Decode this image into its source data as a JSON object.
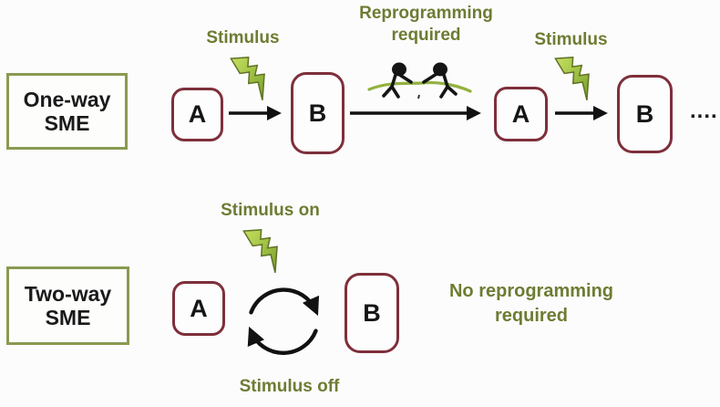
{
  "colors": {
    "background": "#fcfcfc",
    "olive_text": "#6d7c33",
    "olive_box_border": "#8a9a52",
    "maroon_box_border": "#7e2f3b",
    "bolt_green_light": "#c6e060",
    "bolt_green_dark": "#7ea52c",
    "bolt_outline": "#5f7226",
    "rope_green": "#93b13f",
    "arrow_black": "#111111",
    "text_black": "#1a1a1a"
  },
  "one_way": {
    "label_line1": "One-way",
    "label_line2": "SME",
    "state_a1": "A",
    "state_b1": "B",
    "state_a2": "A",
    "state_b2": "B",
    "stimulus_label_1": "Stimulus",
    "stimulus_label_2": "Stimulus",
    "reprogramming_line1": "Reprogramming",
    "reprogramming_line2": "required",
    "continuation_dots": "...."
  },
  "two_way": {
    "label_line1": "Two-way",
    "label_line2": "SME",
    "state_a": "A",
    "state_b": "B",
    "stimulus_on_label": "Stimulus on",
    "stimulus_off_label": "Stimulus off",
    "note_line1": "No reprogramming",
    "note_line2": "required"
  },
  "icons": {
    "lightning_bolt": "lightning-bolt-icon",
    "tug_of_war": "tug-of-war-icon",
    "cycle_arrows": "cycle-arrows-icon",
    "right_arrow": "right-arrow-icon"
  }
}
